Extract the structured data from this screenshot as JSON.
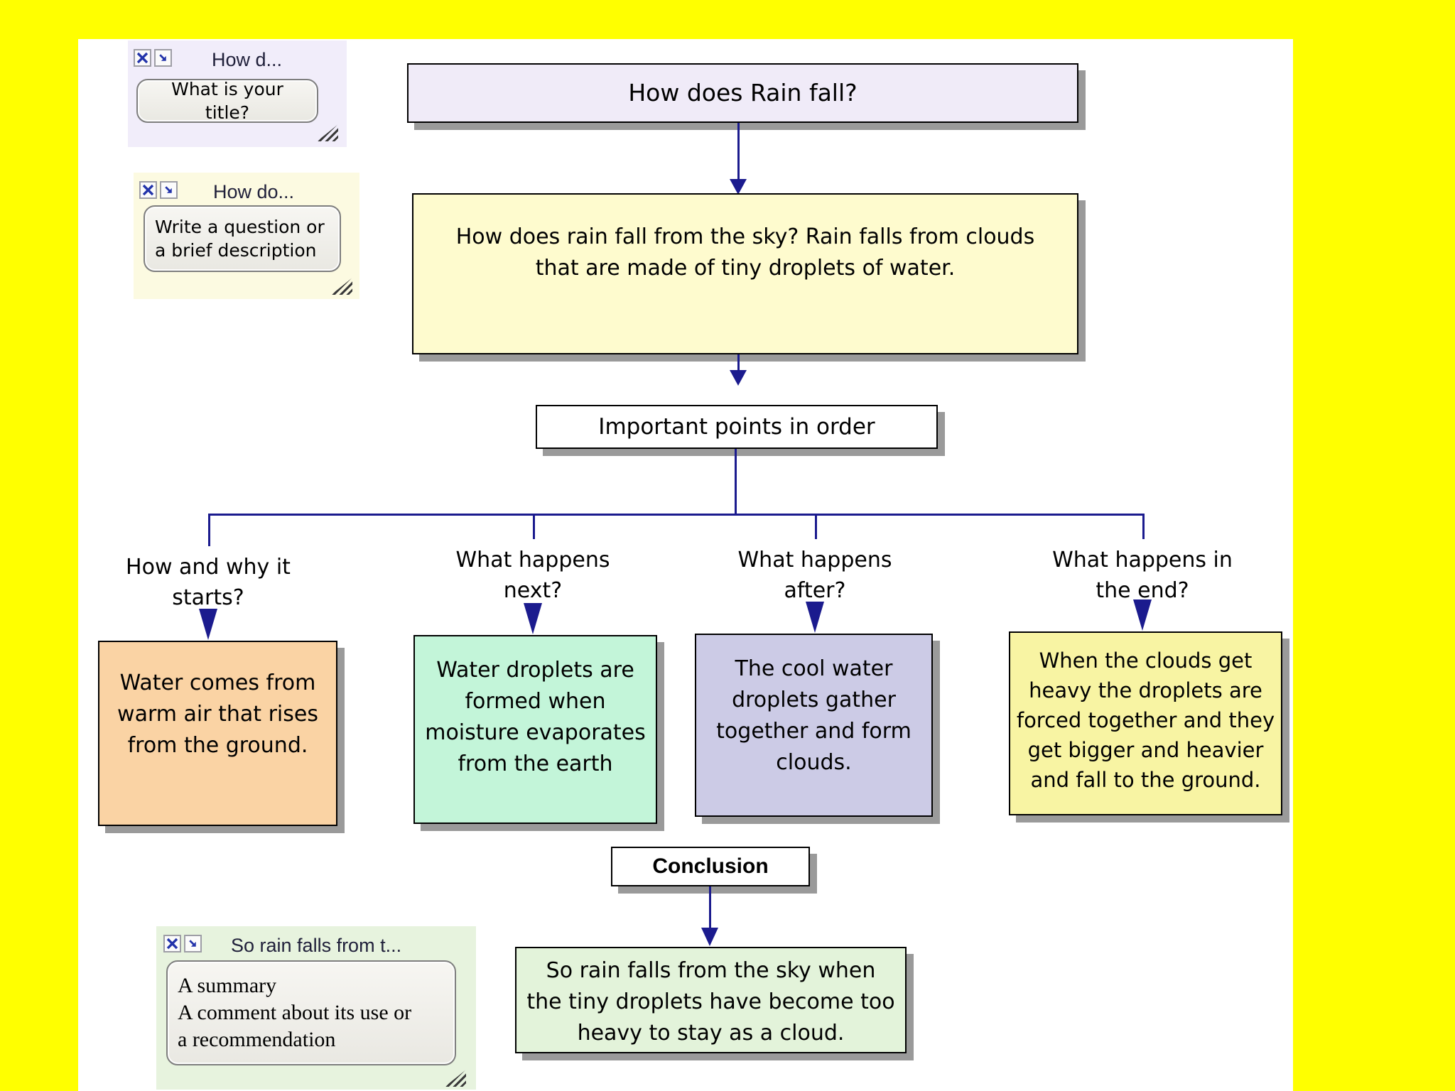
{
  "colors": {
    "page_background": "#FFFF00",
    "canvas": "#FFFFFF",
    "connector": "#1B1B8E",
    "node_border": "#000000",
    "node_shadow": "#9A9A9A",
    "title_node_fill": "#F0EBF8",
    "question_node_fill": "#FEFBCE",
    "white_node_fill": "#FFFFFF",
    "conclusion_node_fill": "#E3F3DA",
    "window1_fill": "#F1EDFA",
    "window2_fill": "#FCFAE1",
    "window3_fill": "#E7F3DE",
    "icon_glyph_color": "#2233AA"
  },
  "icons": {
    "close": "x-cross",
    "collapse": "diagonal-arrow",
    "resize_handle": "diagonal-hatch"
  },
  "windows": [
    {
      "title": "How d...",
      "prompt": "What is your title?"
    },
    {
      "title": "How do...",
      "prompt": "Write a question or\na brief description"
    },
    {
      "title": "So rain falls from t...",
      "prompt": "A summary\nA comment about its use or\na recommendation"
    }
  ],
  "diagram": {
    "title_node": "How does Rain fall?",
    "question_node": "How does rain fall from the sky? Rain falls from clouds\nthat are made of tiny droplets of water.",
    "important_node": "Important points in order",
    "branches": [
      {
        "label": "How and why it\nstarts?",
        "text": "Water comes from\nwarm air that rises\nfrom the ground.",
        "fill": "#FAD3A4"
      },
      {
        "label": "What happens\nnext?",
        "text": "Water droplets are\nformed when\nmoisture evaporates\nfrom the earth",
        "fill": "#C3F5D9"
      },
      {
        "label": "What happens\nafter?",
        "text": "The cool water\ndroplets gather\ntogether and form\nclouds.",
        "fill": "#CCCBE6"
      },
      {
        "label": "What happens in\nthe end?",
        "text": "When the clouds get\nheavy the droplets are\nforced together and they\nget bigger and heavier\nand fall to the ground.",
        "fill": "#F8F4A3"
      }
    ],
    "conclusion_label_node": "Conclusion",
    "conclusion_node": "So rain falls from the sky when\nthe tiny droplets have become too\nheavy to stay as a cloud."
  }
}
